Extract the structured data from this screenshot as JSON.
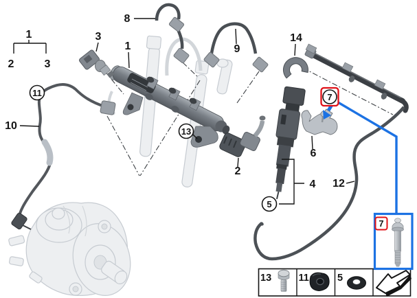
{
  "diagram": {
    "background": "#ffffff",
    "callouts": {
      "group_parent": "1",
      "group_left": "2",
      "group_right": "3",
      "sensor": "3",
      "pipe_top": "8",
      "fuel_rail": "1",
      "pipe_right": "9",
      "retaining_cap": "14",
      "bolt_circled": "7",
      "clamp_bracket": "6",
      "injector": "4",
      "seal_circled": "5",
      "regulator": "2",
      "mount_circled": "13",
      "return_hose": "12",
      "supply_pipe": "10",
      "clip_circled": "11",
      "highlight_bolt": "7"
    },
    "highlight": {
      "blue": "#1c72e3",
      "red": "#e01117"
    },
    "legend": {
      "cells": [
        {
          "label": "13",
          "icon": "hex-bolt-icon"
        },
        {
          "label": "11",
          "icon": "grommet-icon"
        },
        {
          "label": "5",
          "icon": "washer-icon"
        },
        {
          "label": "",
          "icon": "page-turn-arrow-icon"
        }
      ]
    }
  }
}
